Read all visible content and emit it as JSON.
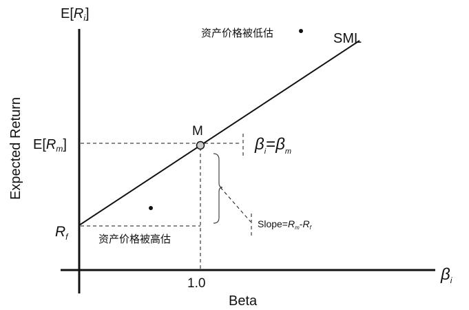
{
  "y_axis": {
    "label": "Expected Return",
    "top_label_base": "E[",
    "top_label_var": "R",
    "top_label_sub": "i",
    "top_label_end": "]"
  },
  "x_axis": {
    "label": "Beta",
    "end_label": "β",
    "end_label_sub": "i",
    "tick": "1.0"
  },
  "line_label": "SML",
  "market_point": "M",
  "erm": {
    "base": "E[",
    "var": "R",
    "sub": "m",
    "end": "]"
  },
  "rf": {
    "var": "R",
    "sub": "f"
  },
  "beta_eq": {
    "a": "β",
    "a_sub": "i",
    "eq": "=",
    "b": "β",
    "b_sub": "m"
  },
  "slope": {
    "prefix": "Slope=",
    "r1": "R",
    "r1_sub": "m",
    "dash": "-",
    "r2": "R",
    "r2_sub": "f"
  },
  "undervalued_label": "资产价格被低估",
  "overvalued_label": "资产价格被高估"
}
